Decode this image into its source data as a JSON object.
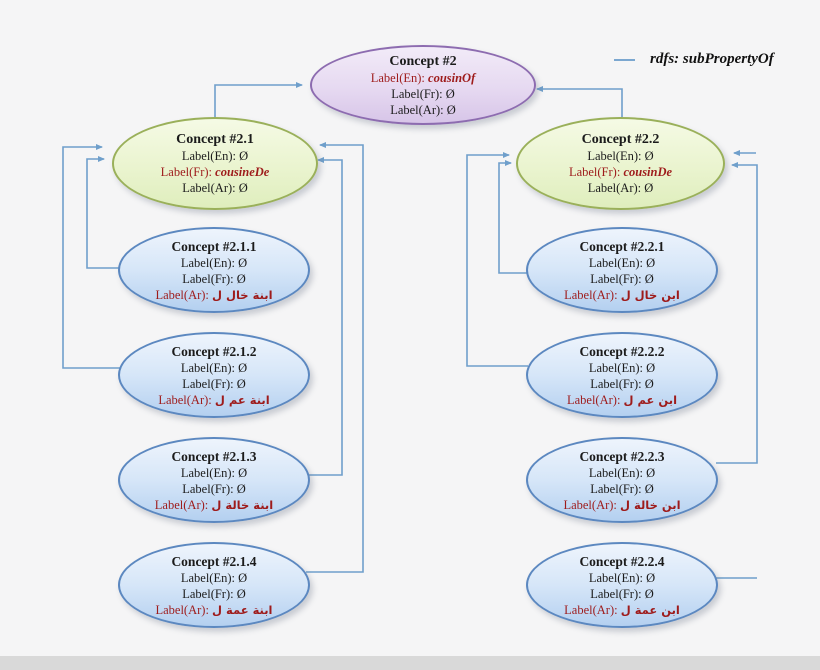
{
  "legend": {
    "label": "rdfs: subPropertyOf",
    "line_color": "#7ba7d0"
  },
  "colors": {
    "background": "#f5f5f6",
    "connector": "#6f9fcb",
    "highlight_text": "#9e1b1b",
    "purple_node_border": "#8d6cb0",
    "green_node_border": "#9ab05a",
    "blue_node_border": "#5c88c0"
  },
  "nodes": {
    "c2": {
      "title": "Concept #2",
      "highlight": "en",
      "lines": [
        {
          "label": "Label(En):",
          "value": "cousinOf"
        },
        {
          "label": "Label(Fr):",
          "value": "Ø"
        },
        {
          "label": "Label(Ar):",
          "value": "Ø"
        }
      ]
    },
    "c21": {
      "title": "Concept #2.1",
      "highlight": "fr",
      "lines": [
        {
          "label": "Label(En):",
          "value": "Ø"
        },
        {
          "label": "Label(Fr):",
          "value": "cousineDe"
        },
        {
          "label": "Label(Ar):",
          "value": "Ø"
        }
      ]
    },
    "c22": {
      "title": "Concept #2.2",
      "highlight": "fr",
      "lines": [
        {
          "label": "Label(En):",
          "value": "Ø"
        },
        {
          "label": "Label(Fr):",
          "value": "cousinDe"
        },
        {
          "label": "Label(Ar):",
          "value": "Ø"
        }
      ]
    },
    "c211": {
      "title": "Concept #2.1.1",
      "highlight": "ar",
      "lines": [
        {
          "label": "Label(En):",
          "value": "Ø"
        },
        {
          "label": "Label(Fr):",
          "value": "Ø"
        },
        {
          "label": "Label(Ar):",
          "value": "ابنة خال ل"
        }
      ]
    },
    "c212": {
      "title": "Concept #2.1.2",
      "highlight": "ar",
      "lines": [
        {
          "label": "Label(En):",
          "value": "Ø"
        },
        {
          "label": "Label(Fr):",
          "value": "Ø"
        },
        {
          "label": "Label(Ar):",
          "value": "ابنة عم ل"
        }
      ]
    },
    "c213": {
      "title": "Concept #2.1.3",
      "highlight": "ar",
      "lines": [
        {
          "label": "Label(En):",
          "value": "Ø"
        },
        {
          "label": "Label(Fr):",
          "value": "Ø"
        },
        {
          "label": "Label(Ar):",
          "value": "ابنة خالة ل"
        }
      ]
    },
    "c214": {
      "title": "Concept #2.1.4",
      "highlight": "ar",
      "lines": [
        {
          "label": "Label(En):",
          "value": "Ø"
        },
        {
          "label": "Label(Fr):",
          "value": "Ø"
        },
        {
          "label": "Label(Ar):",
          "value": "ابنة عمة ل"
        }
      ]
    },
    "c221": {
      "title": "Concept #2.2.1",
      "highlight": "ar",
      "lines": [
        {
          "label": "Label(En):",
          "value": "Ø"
        },
        {
          "label": "Label(Fr):",
          "value": "Ø"
        },
        {
          "label": "Label(Ar):",
          "value": "ابن خال ل"
        }
      ]
    },
    "c222": {
      "title": "Concept #2.2.2",
      "highlight": "ar",
      "lines": [
        {
          "label": "Label(En):",
          "value": "Ø"
        },
        {
          "label": "Label(Fr):",
          "value": "Ø"
        },
        {
          "label": "Label(Ar):",
          "value": "ابن عم ل"
        }
      ]
    },
    "c223": {
      "title": "Concept #2.2.3",
      "highlight": "ar",
      "lines": [
        {
          "label": "Label(En):",
          "value": "Ø"
        },
        {
          "label": "Label(Fr):",
          "value": "Ø"
        },
        {
          "label": "Label(Ar):",
          "value": "ابن خالة ل"
        }
      ]
    },
    "c224": {
      "title": "Concept #2.2.4",
      "highlight": "ar",
      "lines": [
        {
          "label": "Label(En):",
          "value": "Ø"
        },
        {
          "label": "Label(Fr):",
          "value": "Ø"
        },
        {
          "label": "Label(Ar):",
          "value": "ابن عمة ل"
        }
      ]
    }
  },
  "relations": [
    {
      "from": "Concept #2.1",
      "to": "Concept #2",
      "type": "rdfs:subPropertyOf"
    },
    {
      "from": "Concept #2.2",
      "to": "Concept #2",
      "type": "rdfs:subPropertyOf"
    },
    {
      "from": "Concept #2.1.1",
      "to": "Concept #2.1",
      "type": "rdfs:subPropertyOf"
    },
    {
      "from": "Concept #2.1.2",
      "to": "Concept #2.1",
      "type": "rdfs:subPropertyOf"
    },
    {
      "from": "Concept #2.1.3",
      "to": "Concept #2.1",
      "type": "rdfs:subPropertyOf"
    },
    {
      "from": "Concept #2.1.4",
      "to": "Concept #2.1",
      "type": "rdfs:subPropertyOf"
    },
    {
      "from": "Concept #2.2.1",
      "to": "Concept #2.2",
      "type": "rdfs:subPropertyOf"
    },
    {
      "from": "Concept #2.2.2",
      "to": "Concept #2.2",
      "type": "rdfs:subPropertyOf"
    },
    {
      "from": "Concept #2.2.3",
      "to": "Concept #2.2",
      "type": "rdfs:subPropertyOf"
    },
    {
      "from": "Concept #2.2.4",
      "to": "Concept #2.2",
      "type": "rdfs:subPropertyOf",
      "truncated": true
    }
  ]
}
